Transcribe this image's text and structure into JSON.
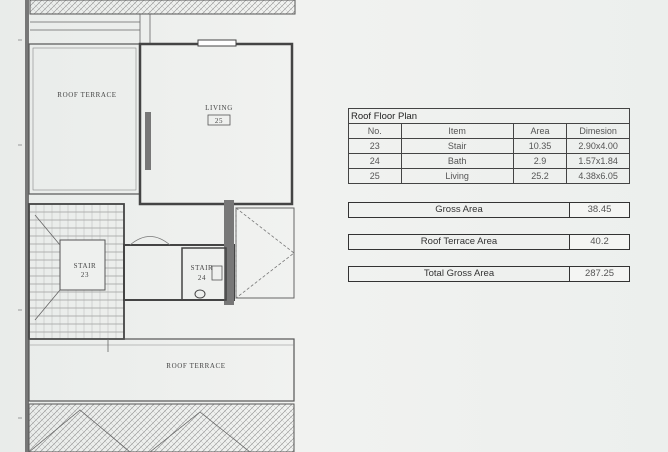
{
  "plan": {
    "rooms": {
      "roof_terrace_top": "ROOF TERRACE",
      "living_label": "LIVING",
      "living_no": "25",
      "stair_label": "STAIR",
      "stair_no": "23",
      "bath_label": "STAIR",
      "bath_no": "24",
      "roof_terrace_bottom": "ROOF TERRACE"
    }
  },
  "schedule": {
    "title": "Roof Floor Plan",
    "columns": [
      "No.",
      "Item",
      "Area",
      "Dimesion"
    ],
    "rows": [
      {
        "no": "23",
        "item": "Stair",
        "area": "10.35",
        "dim": "2.90x4.00"
      },
      {
        "no": "24",
        "item": "Bath",
        "area": "2.9",
        "dim": "1.57x1.84"
      },
      {
        "no": "25",
        "item": "Living",
        "area": "25.2",
        "dim": "4.38x6.05"
      }
    ]
  },
  "summary": {
    "gross_area_label": "Gross Area",
    "gross_area_value": "38.45",
    "roof_terrace_label": "Roof Terrace Area",
    "roof_terrace_value": "40.2",
    "total_label": "Total Gross Area",
    "total_value": "287.25"
  }
}
